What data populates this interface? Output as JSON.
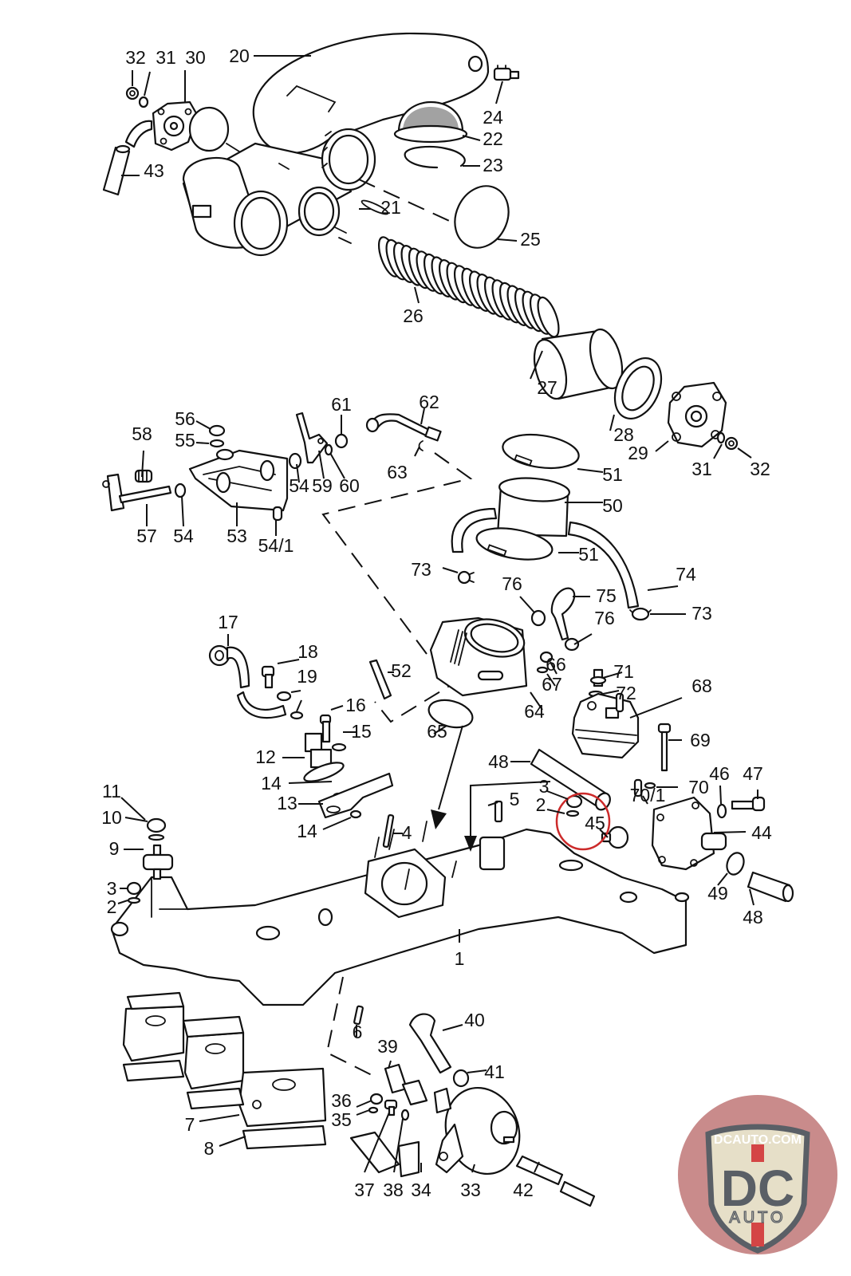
{
  "diagram": {
    "type": "exploded parts diagram",
    "subject": "intake manifold and throttle body assembly",
    "highlighted_part": "45",
    "highlight_color": "#cc2a2a",
    "callouts": [
      {
        "id": "c32a",
        "label": "32"
      },
      {
        "id": "c31a",
        "label": "31"
      },
      {
        "id": "c30",
        "label": "30"
      },
      {
        "id": "c20",
        "label": "20"
      },
      {
        "id": "c24",
        "label": "24"
      },
      {
        "id": "c22",
        "label": "22"
      },
      {
        "id": "c23",
        "label": "23"
      },
      {
        "id": "c43",
        "label": "43"
      },
      {
        "id": "c21",
        "label": "21"
      },
      {
        "id": "c25",
        "label": "25"
      },
      {
        "id": "c26",
        "label": "26"
      },
      {
        "id": "c27",
        "label": "27"
      },
      {
        "id": "c28",
        "label": "28"
      },
      {
        "id": "c29",
        "label": "29"
      },
      {
        "id": "c31b",
        "label": "31"
      },
      {
        "id": "c32b",
        "label": "32"
      },
      {
        "id": "c56",
        "label": "56"
      },
      {
        "id": "c55",
        "label": "55"
      },
      {
        "id": "c58",
        "label": "58"
      },
      {
        "id": "c57",
        "label": "57"
      },
      {
        "id": "c54a",
        "label": "54"
      },
      {
        "id": "c53",
        "label": "53"
      },
      {
        "id": "c54b",
        "label": "54"
      },
      {
        "id": "c59",
        "label": "59"
      },
      {
        "id": "c60",
        "label": "60"
      },
      {
        "id": "c61",
        "label": "61"
      },
      {
        "id": "c62",
        "label": "62"
      },
      {
        "id": "c63",
        "label": "63"
      },
      {
        "id": "c541",
        "label": "54/1"
      },
      {
        "id": "c51a",
        "label": "51"
      },
      {
        "id": "c50",
        "label": "50"
      },
      {
        "id": "c51b",
        "label": "51"
      },
      {
        "id": "c73a",
        "label": "73"
      },
      {
        "id": "c74",
        "label": "74"
      },
      {
        "id": "c76a",
        "label": "76"
      },
      {
        "id": "c75",
        "label": "75"
      },
      {
        "id": "c76b",
        "label": "76"
      },
      {
        "id": "c73b",
        "label": "73"
      },
      {
        "id": "c17",
        "label": "17"
      },
      {
        "id": "c18",
        "label": "18"
      },
      {
        "id": "c19",
        "label": "19"
      },
      {
        "id": "c52",
        "label": "52"
      },
      {
        "id": "c66",
        "label": "66"
      },
      {
        "id": "c67",
        "label": "67"
      },
      {
        "id": "c71",
        "label": "71"
      },
      {
        "id": "c72",
        "label": "72"
      },
      {
        "id": "c16",
        "label": "16"
      },
      {
        "id": "c15",
        "label": "15"
      },
      {
        "id": "c64",
        "label": "64"
      },
      {
        "id": "c68",
        "label": "68"
      },
      {
        "id": "c65",
        "label": "65"
      },
      {
        "id": "c69",
        "label": "69"
      },
      {
        "id": "c12",
        "label": "12"
      },
      {
        "id": "c48a",
        "label": "48"
      },
      {
        "id": "c70",
        "label": "70"
      },
      {
        "id": "c14a",
        "label": "14"
      },
      {
        "id": "c13",
        "label": "13"
      },
      {
        "id": "c46",
        "label": "46"
      },
      {
        "id": "c47",
        "label": "47"
      },
      {
        "id": "c701",
        "label": "70/1"
      },
      {
        "id": "c11",
        "label": "11"
      },
      {
        "id": "c3a",
        "label": "3"
      },
      {
        "id": "c5",
        "label": "5"
      },
      {
        "id": "c10",
        "label": "10"
      },
      {
        "id": "c2a",
        "label": "2"
      },
      {
        "id": "c45",
        "label": "45"
      },
      {
        "id": "c14b",
        "label": "14"
      },
      {
        "id": "c4",
        "label": "4"
      },
      {
        "id": "c44",
        "label": "44"
      },
      {
        "id": "c9",
        "label": "9"
      },
      {
        "id": "c3b",
        "label": "3"
      },
      {
        "id": "c2b",
        "label": "2"
      },
      {
        "id": "c49",
        "label": "49"
      },
      {
        "id": "c48b",
        "label": "48"
      },
      {
        "id": "c1",
        "label": "1"
      },
      {
        "id": "c40",
        "label": "40"
      },
      {
        "id": "c6",
        "label": "6"
      },
      {
        "id": "c39",
        "label": "39"
      },
      {
        "id": "c41",
        "label": "41"
      },
      {
        "id": "c36",
        "label": "36"
      },
      {
        "id": "c35",
        "label": "35"
      },
      {
        "id": "c7",
        "label": "7"
      },
      {
        "id": "c8",
        "label": "8"
      },
      {
        "id": "c37",
        "label": "37"
      },
      {
        "id": "c38",
        "label": "38"
      },
      {
        "id": "c34",
        "label": "34"
      },
      {
        "id": "c33",
        "label": "33"
      },
      {
        "id": "c42",
        "label": "42"
      }
    ]
  },
  "logo": {
    "url_text": "DCAUTO.COM",
    "monogram": "DC",
    "subtitle": "AUTO",
    "colors": {
      "badge_bg": "#c98b8b",
      "shield_fill": "#e6dfc8",
      "shield_border": "#5a5f66",
      "stripe": "#d44545",
      "letters": "#5a5f66"
    }
  }
}
